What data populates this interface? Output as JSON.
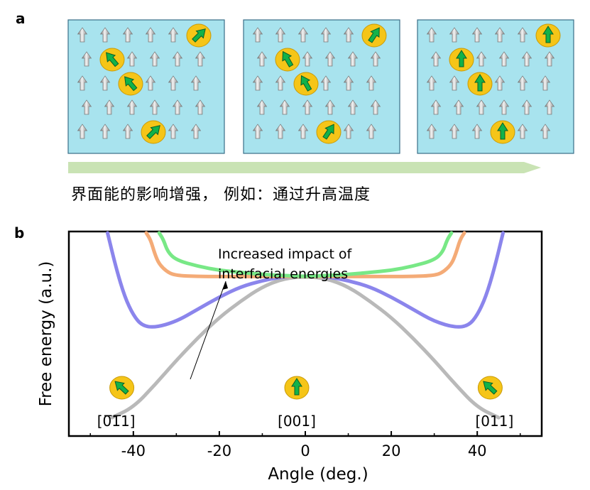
{
  "panel_a": {
    "label": "a",
    "caption": "界面能的影响增强， 例如：通过升高温度",
    "colors": {
      "box_fill": "#a8e3ee",
      "box_border": "#3a6f88",
      "arrow_band": "#c9e3b4",
      "ellipse": "#f5c518",
      "spin": "#12b24a"
    },
    "icons": [
      "spin-arrow-icon",
      "tilted-spin-icon",
      "progress-arrow-icon"
    ]
  },
  "panel_b": {
    "label": "b",
    "chart_data": {
      "type": "line",
      "xlabel": "Angle (deg.)",
      "ylabel": "Free energy (a.u.)",
      "xlim": [
        -55,
        55
      ],
      "ylim": [
        0,
        10
      ],
      "x_ticks": [
        "-40",
        "-20",
        "0",
        "20",
        "40"
      ],
      "x_tick_values": [
        -40,
        -20,
        0,
        20,
        40
      ],
      "annotation": "Increased impact of interfacial energies",
      "points": [
        "[0̅1̅1]",
        "[001]",
        "[011]"
      ],
      "series": [
        {
          "color": "#b9b9b9",
          "x": [
            -45,
            -40,
            -35,
            -30,
            -25,
            -20,
            -15,
            -10,
            -5,
            0,
            5,
            10,
            15,
            20,
            25,
            30,
            35,
            40,
            45
          ],
          "y": [
            0.9,
            1.4,
            2.5,
            3.7,
            4.8,
            5.8,
            6.6,
            7.3,
            7.7,
            7.8,
            7.7,
            7.3,
            6.6,
            5.8,
            4.8,
            3.7,
            2.5,
            1.4,
            0.9
          ]
        },
        {
          "color": "#8b85ec",
          "x": [
            -46,
            -44,
            -42,
            -40,
            -38,
            -35,
            -30,
            -25,
            -20,
            -15,
            -10,
            -5,
            0,
            5,
            10,
            15,
            20,
            25,
            30,
            35,
            38,
            40,
            42,
            44,
            46
          ],
          "y": [
            10.5,
            8.2,
            6.8,
            5.9,
            5.4,
            5.3,
            5.6,
            6.2,
            6.8,
            7.3,
            7.6,
            7.8,
            7.8,
            7.8,
            7.6,
            7.3,
            6.8,
            6.2,
            5.6,
            5.3,
            5.4,
            5.9,
            6.8,
            8.2,
            10.5
          ]
        },
        {
          "color": "#f4ab77",
          "x": [
            -37,
            -36,
            -35,
            -34,
            -32,
            -30,
            -25,
            -20,
            -10,
            0,
            10,
            20,
            25,
            30,
            32,
            34,
            35,
            36,
            37
          ],
          "y": [
            10.5,
            9.6,
            8.9,
            8.4,
            8.0,
            7.85,
            7.8,
            7.8,
            7.8,
            7.8,
            7.8,
            7.8,
            7.8,
            7.85,
            8.0,
            8.4,
            8.9,
            9.6,
            10.5
          ]
        },
        {
          "color": "#78e886",
          "x": [
            -34,
            -33,
            -32,
            -30,
            -25,
            -20,
            -15,
            -10,
            -5,
            0,
            5,
            10,
            15,
            20,
            25,
            30,
            32,
            33,
            34
          ],
          "y": [
            10.5,
            9.6,
            9.0,
            8.6,
            8.3,
            8.1,
            8.0,
            7.9,
            7.85,
            7.8,
            7.85,
            7.9,
            8.0,
            8.1,
            8.3,
            8.6,
            9.0,
            9.6,
            10.5
          ]
        }
      ]
    }
  }
}
